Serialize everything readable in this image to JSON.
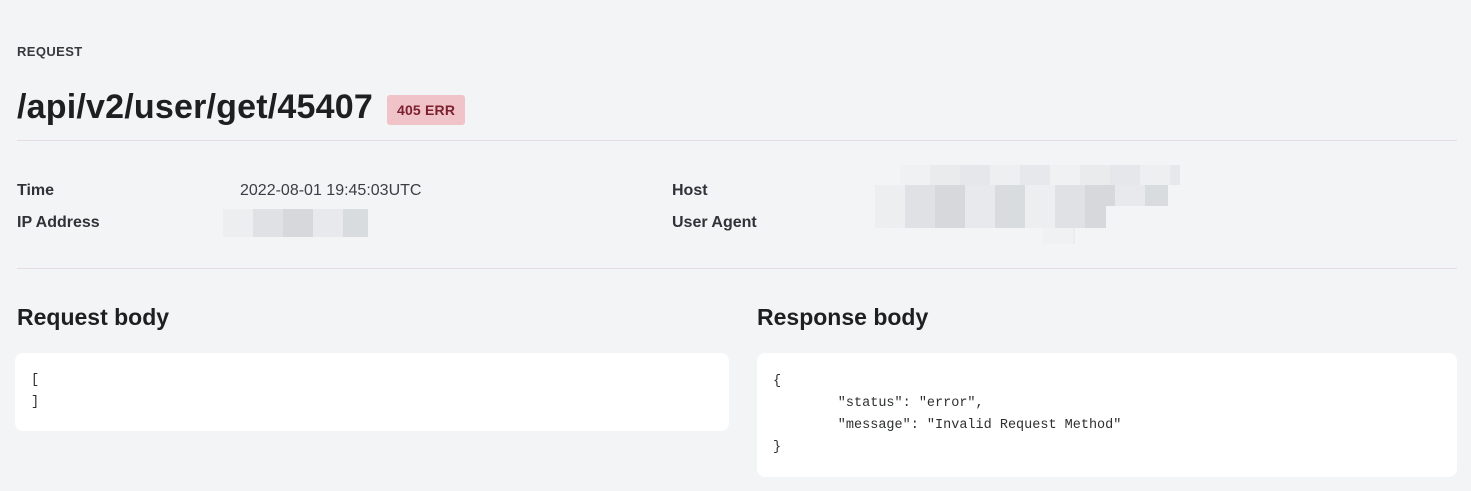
{
  "page": {
    "eyebrow": "REQUEST",
    "title": "/api/v2/user/get/45407",
    "status_badge": {
      "label": "405 ERR"
    }
  },
  "meta": {
    "left": [
      {
        "label": "Time",
        "value": "2022-08-01 19:45:03UTC",
        "redacted": false
      },
      {
        "label": "IP Address",
        "value": "",
        "redacted": true
      }
    ],
    "right": [
      {
        "label": "Host",
        "value": "",
        "redacted": true
      },
      {
        "label": "User Agent",
        "value": "",
        "redacted": true
      }
    ]
  },
  "panels": {
    "request": {
      "heading": "Request body",
      "code": "[\n]"
    },
    "response": {
      "heading": "Response body",
      "code": "{\n        \"status\": \"error\",\n        \"message\": \"Invalid Request Method\"\n}"
    }
  },
  "colors": {
    "page-bg": "#f2f4f6",
    "card-bg": "#ffffff",
    "divider": "#e5dbe3",
    "badge-bg": "#f0c3c8",
    "badge-text": "#7b1f2e",
    "heading-text": "#1d1f21",
    "label-text": "#2f3338",
    "value-text": "#3a3e43",
    "code-text": "#2d2f31",
    "redaction": "#dfe1e4"
  }
}
